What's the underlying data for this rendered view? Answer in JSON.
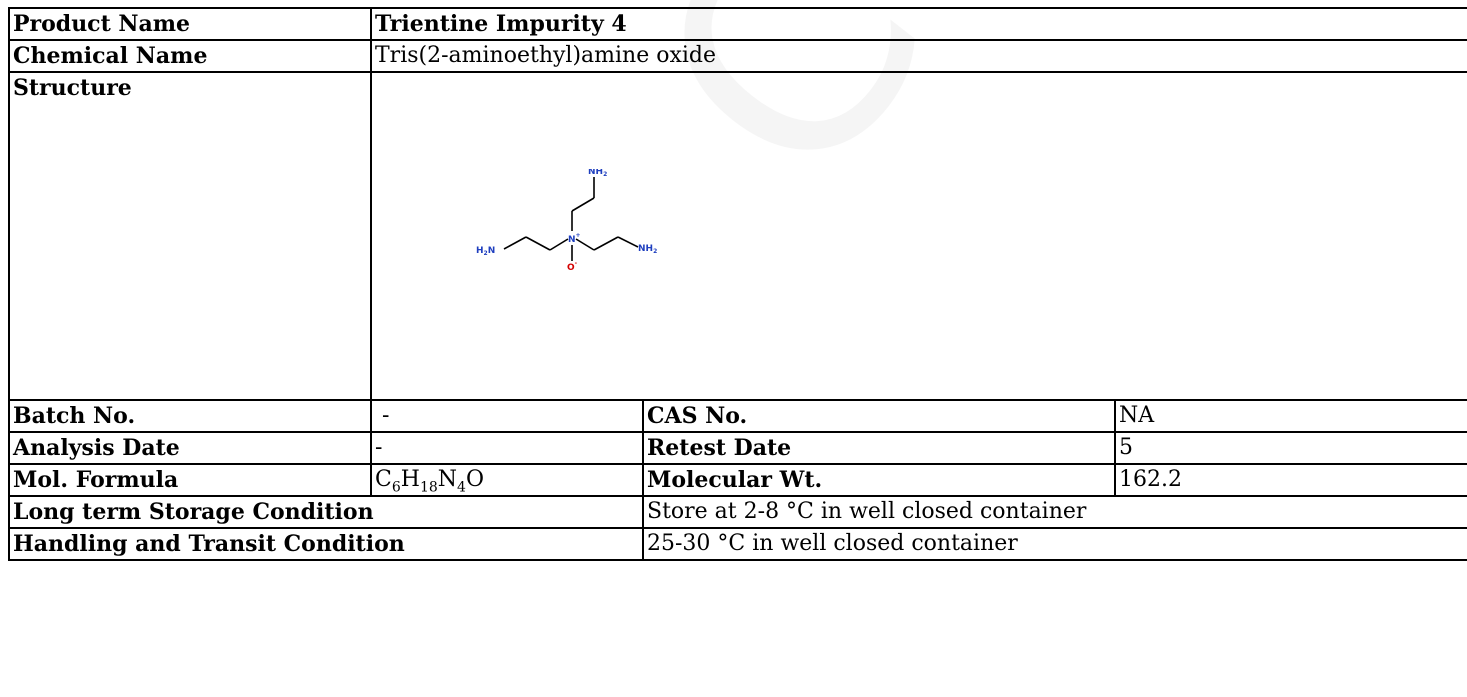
{
  "watermark": "COA",
  "product_name": {
    "label": "Product Name",
    "value": "Trientine Impurity 4"
  },
  "chemical_name": {
    "label": "Chemical Name",
    "value": "Tris(2-aminoethyl)amine oxide"
  },
  "structure": {
    "label": "Structure",
    "atoms": {
      "nh2_top": "NH",
      "nh2_left": "H",
      "nh2_right": "NH",
      "n_center": "N",
      "o_center": "O",
      "sub2": "2",
      "left_n": "N",
      "charge_plus": "+",
      "charge_minus": "-"
    }
  },
  "batch_no": {
    "label": "Batch No.",
    "value": "-"
  },
  "cas_no": {
    "label": "CAS No.",
    "value": "NA"
  },
  "analysis_date": {
    "label": "Analysis Date",
    "value": "-"
  },
  "retest_date": {
    "label": "Retest Date",
    "value": "5"
  },
  "mol_formula": {
    "label": "Mol. Formula",
    "parts": {
      "c": "C",
      "c_n": "6",
      "h": "H",
      "h_n": "18",
      "n": "N",
      "n_n": "4",
      "o": "O"
    }
  },
  "molecular_wt": {
    "label": "Molecular Wt.",
    "value": "162.2"
  },
  "storage": {
    "label": "Long term Storage Condition",
    "value": "Store at 2-8 °C in well closed container"
  },
  "handling": {
    "label": "Handling and Transit Condition",
    "value": "25-30 °C in well closed container"
  }
}
